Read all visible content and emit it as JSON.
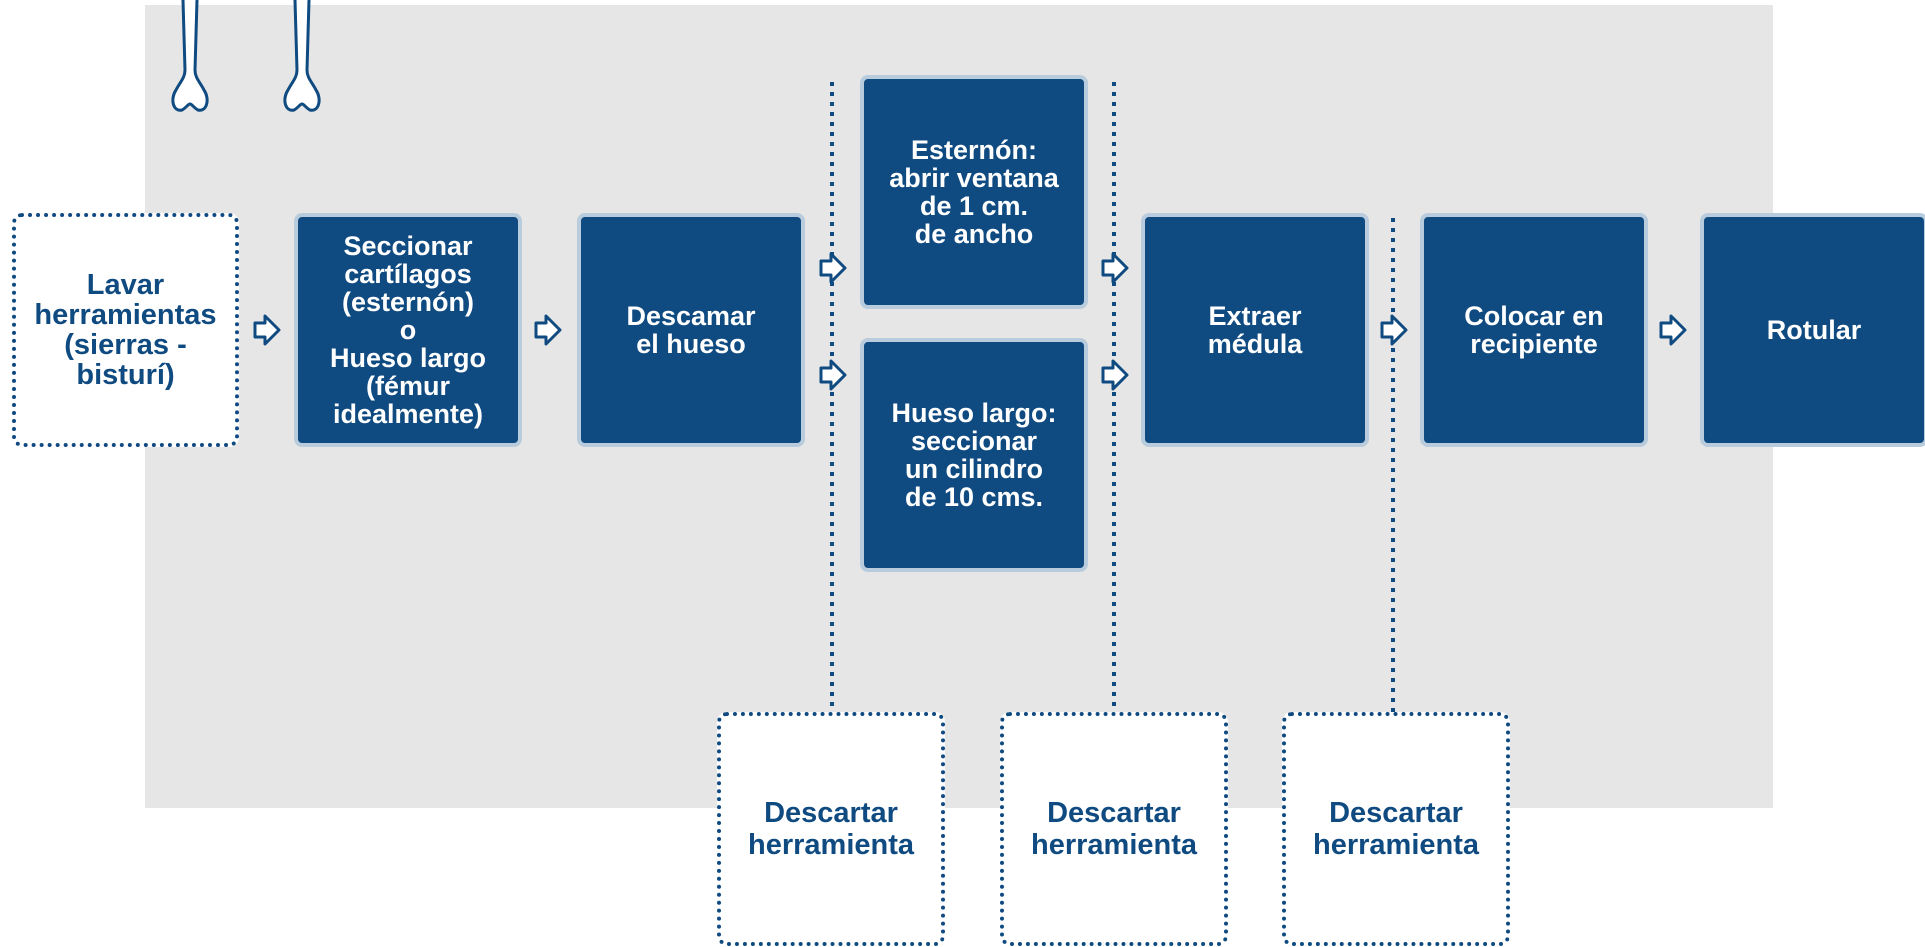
{
  "colors": {
    "primary": "#0f4a80",
    "box_border": "#b8ccdd",
    "panel": "#e6e6e6"
  },
  "icons": {
    "bone": "bone-icon",
    "arrow": "hollow-arrow-right-icon"
  },
  "steps": {
    "lavar": "Lavar\nherramientas\n(sierras -\nbisturí)",
    "seccionar": "Seccionar\ncartílagos\n(esternón)\no\nHueso largo\n(fémur\nidealmente)",
    "descamar": "Descamar\nel hueso",
    "esternon": "Esternón:\nabrir ventana\nde 1 cm.\nde ancho",
    "hueso_largo": "Hueso largo:\nseccionar\nun cilindro\nde 10 cms.",
    "extraer": "Extraer\nmédula",
    "colocar": "Colocar en\nrecipiente",
    "rotular": "Rotular"
  },
  "discard": {
    "d1": "Descartar\nherramienta",
    "d2": "Descartar\nherramienta",
    "d3": "Descartar\nherramienta"
  }
}
